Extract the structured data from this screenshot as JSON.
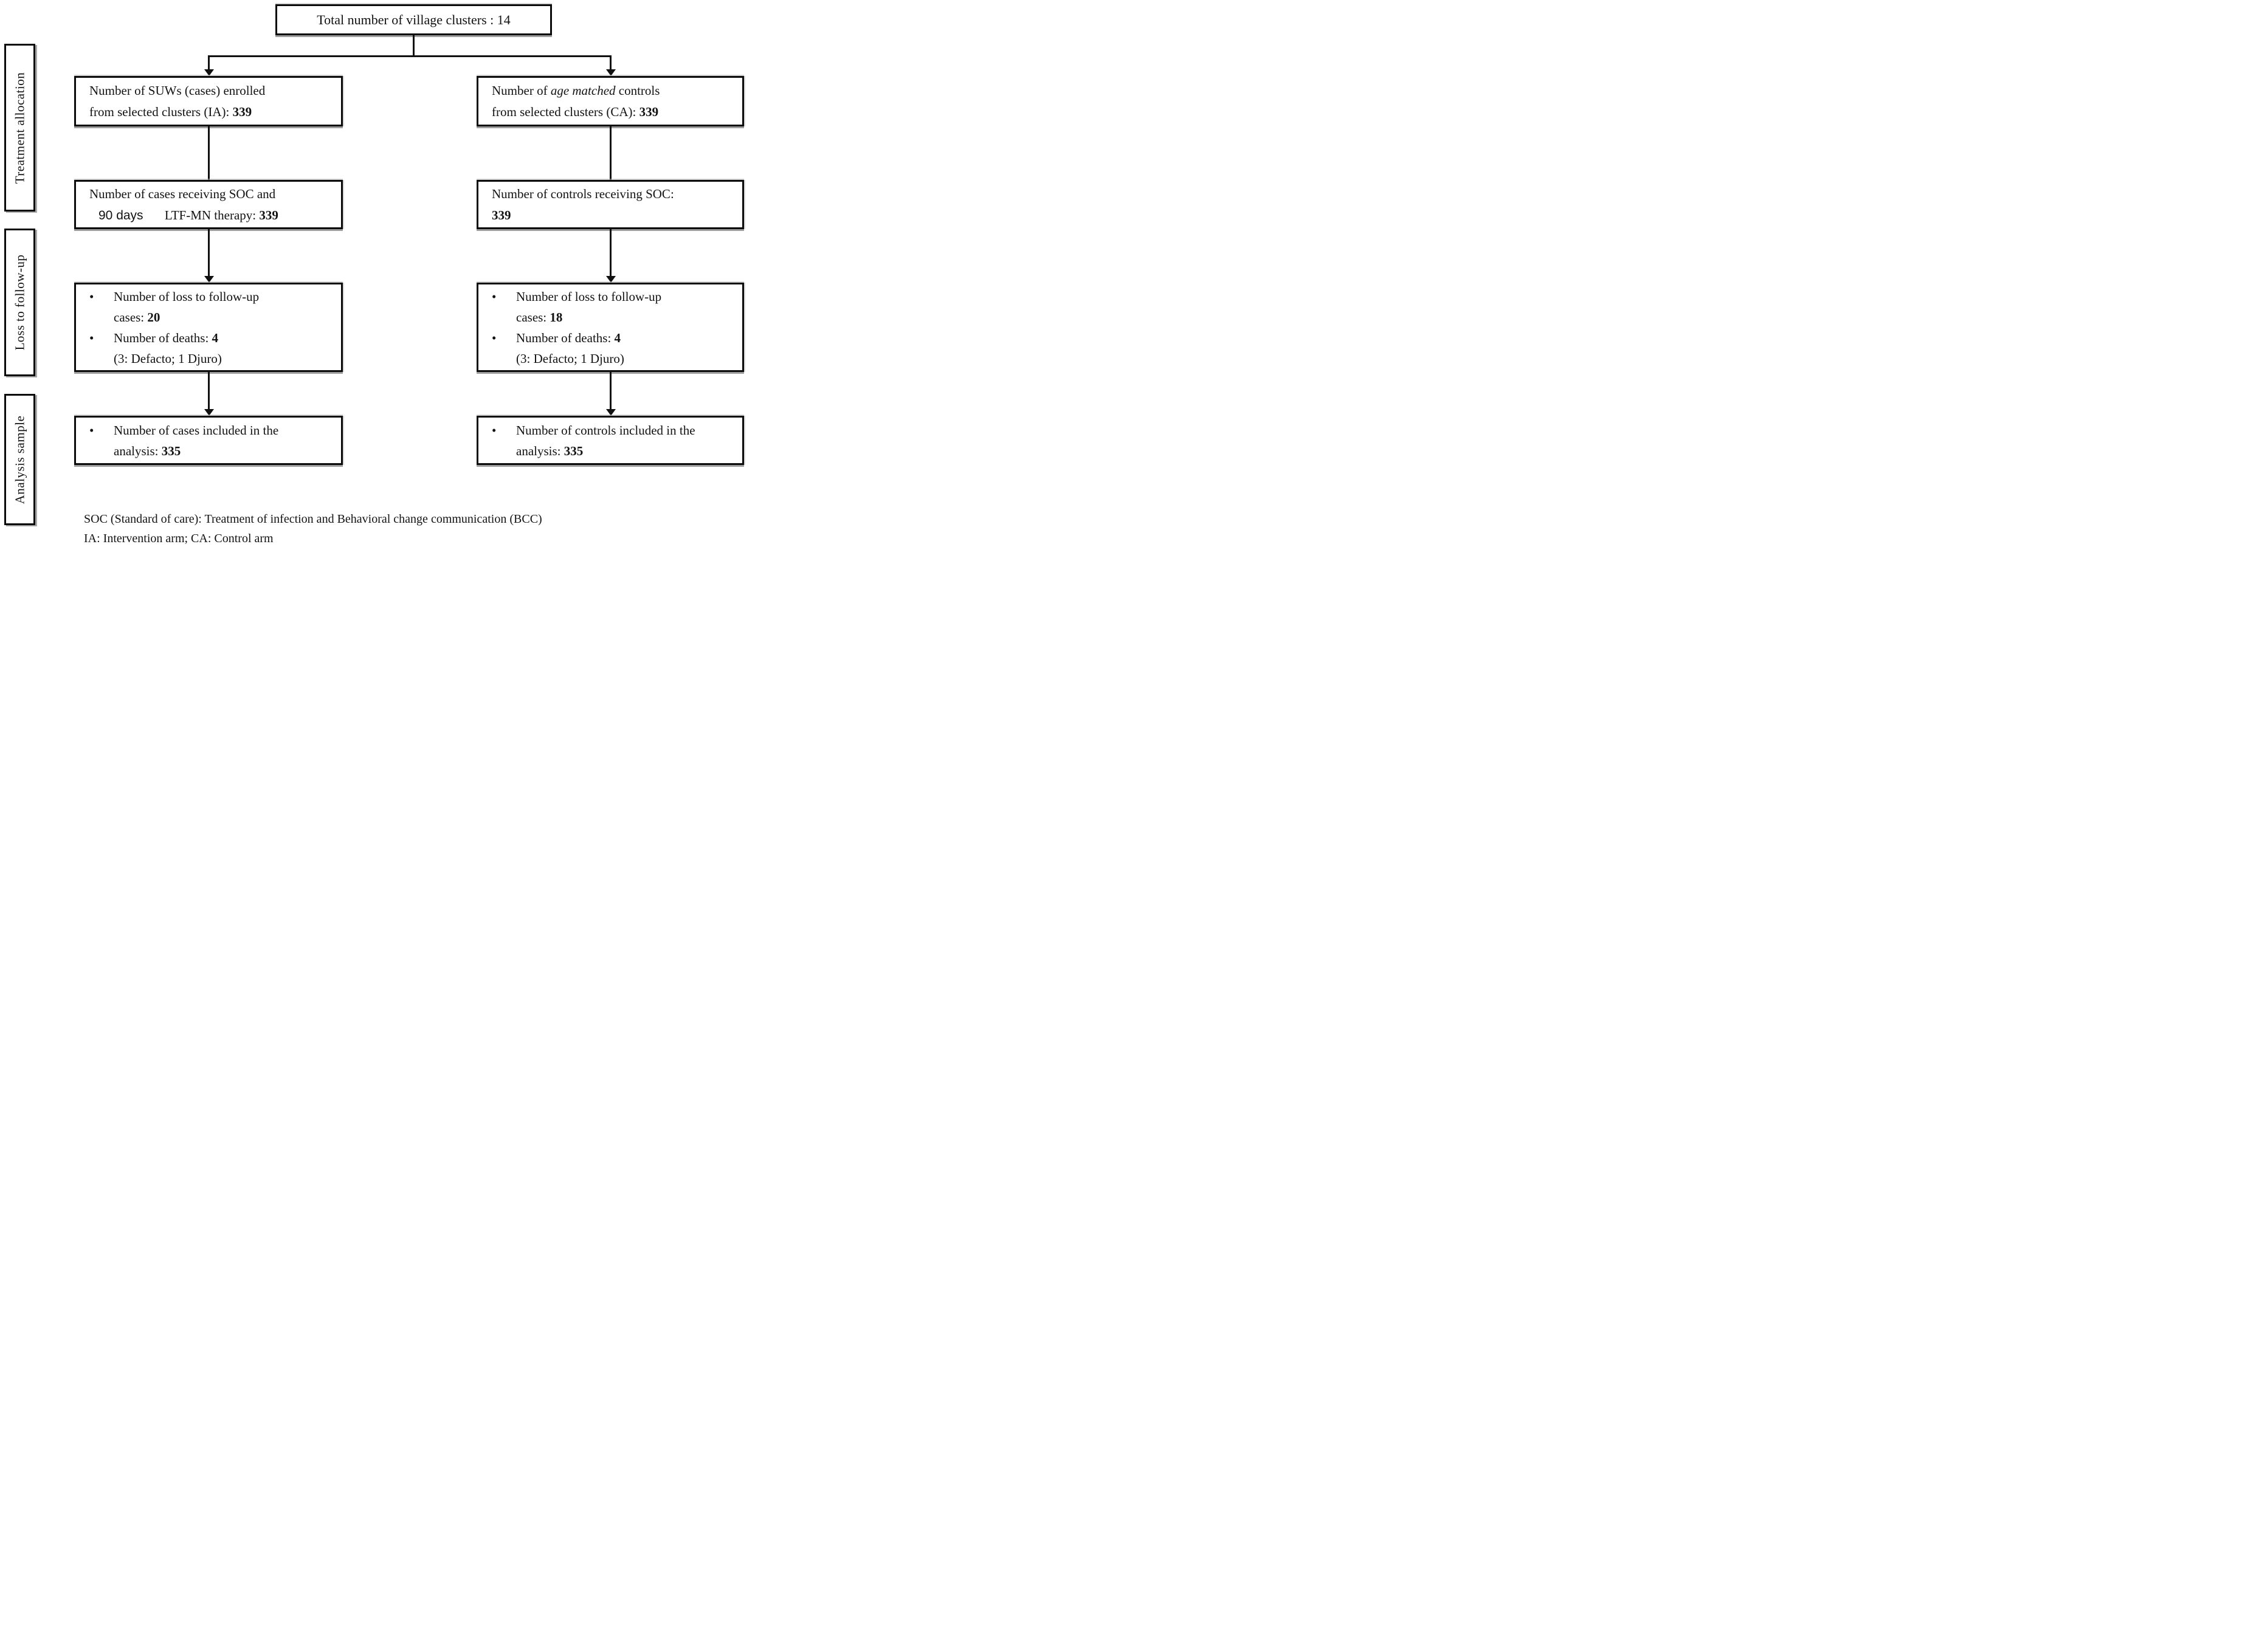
{
  "diagram": {
    "top_box": "Total number of village clusters : 14",
    "side_labels": {
      "treatment": "Treatment allocation",
      "loss": "Loss to follow-up",
      "analysis": "Analysis sample"
    },
    "left_column": {
      "enrolled": {
        "line1": "Number of SUWs (cases) enrolled",
        "line2": "from selected clusters (IA):",
        "value": "339"
      },
      "receiving": {
        "line1": "Number of cases receiving SOC and",
        "annotation": "90 days",
        "line2": "LTF-MN therapy:",
        "value": "339"
      },
      "followup": {
        "bullet1_line1": "Number of loss to follow-up",
        "bullet1_line2": "cases:",
        "bullet1_value": "20",
        "bullet2_text": "Number of deaths:",
        "bullet2_value": "4",
        "note": "(3: Defacto; 1 Djuro)"
      },
      "analysis": {
        "line1": "Number of cases included in the",
        "line2": "analysis:",
        "value": "335"
      }
    },
    "right_column": {
      "enrolled": {
        "t1": "Number of",
        "em": "age matched",
        "t2": "controls",
        "line2": "from selected clusters (CA):",
        "value": "339"
      },
      "receiving": {
        "line1": "Number of controls receiving SOC:",
        "value": "339"
      },
      "followup": {
        "bullet1_line1": "Number of loss to follow-up",
        "bullet1_line2": "cases:",
        "bullet1_value": "18",
        "bullet2_text": "Number of deaths:",
        "bullet2_value": "4",
        "note": "(3: Defacto; 1 Djuro)"
      },
      "analysis": {
        "line1": "Number of controls included in the",
        "line2": "analysis:",
        "value": "335"
      }
    },
    "footnote": {
      "line1": "SOC (Standard of care): Treatment of infection and Behavioral change communication (BCC)",
      "line2": "IA: Intervention arm; CA: Control arm"
    },
    "colors": {
      "line": "#111111",
      "border": "#0a0a0a",
      "text": "#121212",
      "background": "#ffffff"
    }
  }
}
